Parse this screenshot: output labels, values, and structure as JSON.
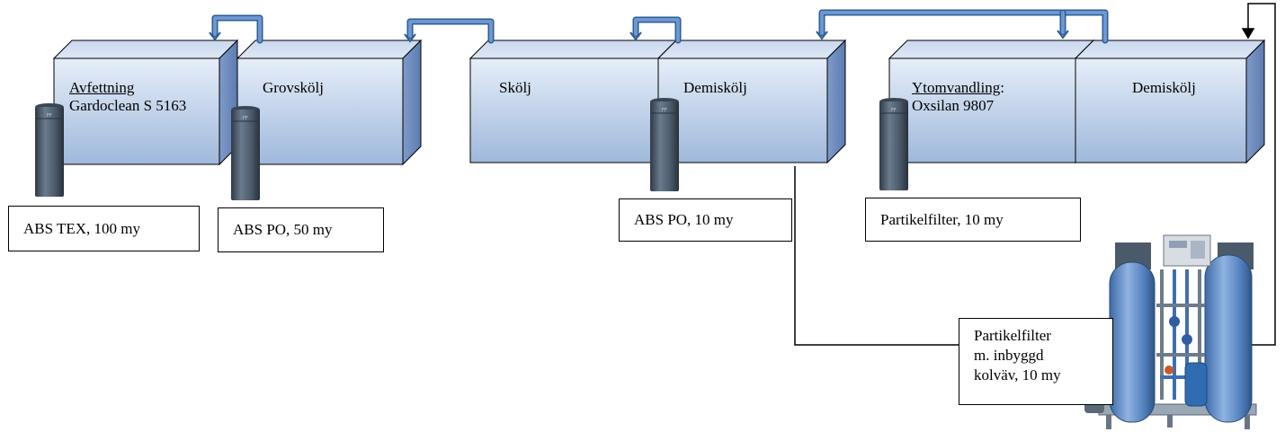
{
  "tanks": [
    {
      "id": "avfettning",
      "title": "Avfettning",
      "subtitle": "Gardoclean S 5163"
    },
    {
      "id": "grovskolj",
      "title": "Grovskölj"
    },
    {
      "id": "skolj",
      "title": "Skölj"
    },
    {
      "id": "demiskolj1",
      "title": "Demiskölj"
    },
    {
      "id": "ytomvandling",
      "title": "Ytomvandling",
      "title_suffix": ":",
      "subtitle": "Oxsilan 9807"
    },
    {
      "id": "demiskolj2",
      "title": "Demiskölj"
    }
  ],
  "filters": [
    {
      "label": "ABS TEX, 100 my"
    },
    {
      "label": "ABS PO, 50 my"
    },
    {
      "label": "ABS PO, 10 my"
    },
    {
      "label": "Partikelfilter, 10  my"
    }
  ],
  "water_unit": {
    "lines": [
      "Partikelfilter",
      "m. inbyggd",
      "kolväv, 10 my"
    ]
  },
  "colors": {
    "tank_front_top": "#e3ecf8",
    "tank_front_bottom": "#a2bbdd",
    "tank_top": "#cfdcf0",
    "tank_side": "#6f8dbf",
    "tank_edge": "#000000",
    "pipe": "#4f81bd",
    "pipe_dark": "#2e5c96",
    "cartridge": "#4a5a6c"
  }
}
